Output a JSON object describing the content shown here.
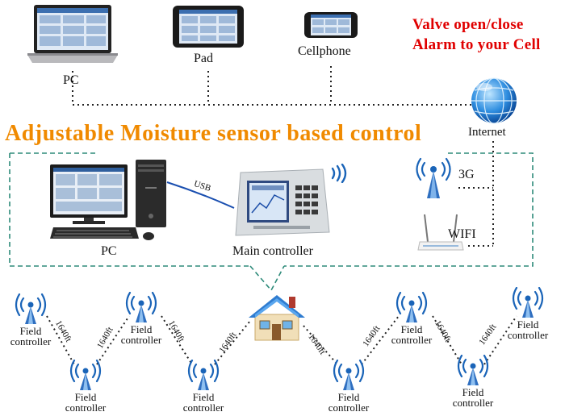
{
  "devices": {
    "pc_top_label": "PC",
    "pad_label": "Pad",
    "cellphone_label": "Cellphone",
    "internet_label": "Internet"
  },
  "alert": {
    "line1": "Valve open/close",
    "line2": "Alarm to your Cell"
  },
  "headline": "Adjustable  Moisture sensor based control",
  "system": {
    "pc_label": "PC",
    "usb_label": "USB",
    "main_controller_label": "Main controller",
    "g3_label": "3G",
    "wifi_label": "WIFI"
  },
  "field": {
    "line1": "Field",
    "line2": "controller",
    "distance": "1640ft"
  },
  "colors": {
    "headline": "#f08a00",
    "alert": "#e00000",
    "dashed_box": "#2e8b7a",
    "antenna": "#1a64b8"
  }
}
